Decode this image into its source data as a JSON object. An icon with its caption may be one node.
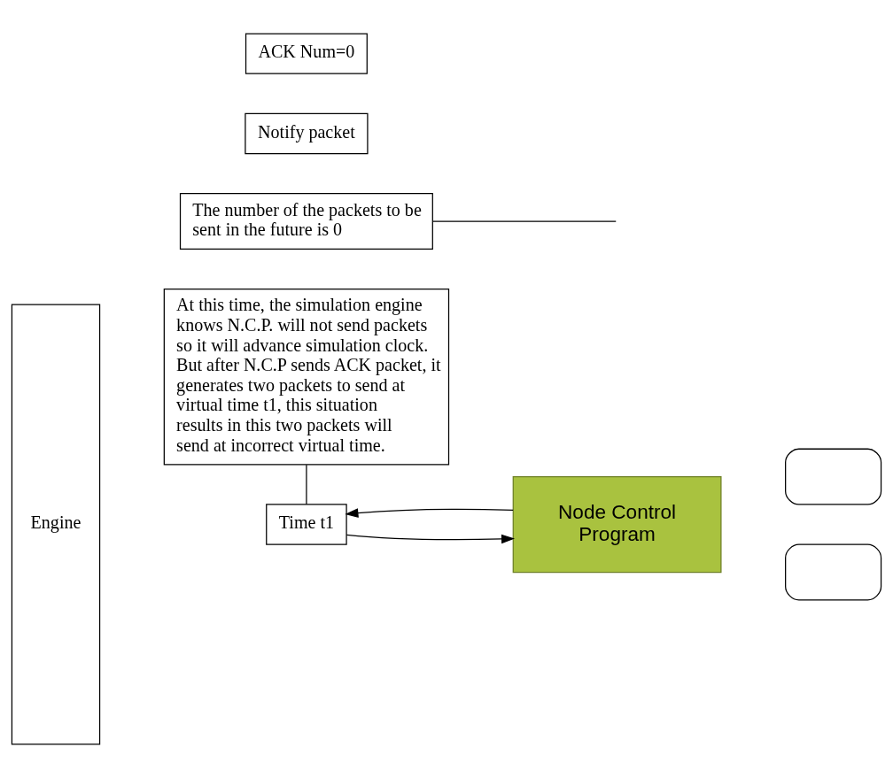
{
  "diagram": {
    "nodes": [
      {
        "text": [
          "Engine"
        ]
      },
      {
        "text": [
          "The number of the packets to be sent in the future is 0"
        ]
      },
      {
        "text": [
          "Notify packet"
        ]
      },
      {
        "text": [
          "Time t1"
        ]
      },
      {
        "text": [
          "Node Control Program"
        ]
      },
      {
        "text": [
          "ACK Num=0"
        ]
      },
      {
        "text": [],
        "shape": "box"
      },
      {
        "text": [],
        "shape": "box"
      },
      {
        "text": [
          "At this time, the simulation engine knows N.C.P. will not send packets so it will advance simulation clock. But after N.C.P sends ACK packet, it generates two packets to send at virtual time t1, this situation results in this two packets will send at incorrect virtual time."
        ]
      }
    ],
    "edges": [
      {
        "from": 3,
        "to": 4,
        "arrow": "to"
      },
      {
        "from": 4,
        "to": 3,
        "arrow": "to"
      },
      {
        "from": 1,
        "to": null,
        "arrow": "none"
      },
      {
        "from": 8,
        "to": 3,
        "arrow": "none"
      }
    ]
  }
}
